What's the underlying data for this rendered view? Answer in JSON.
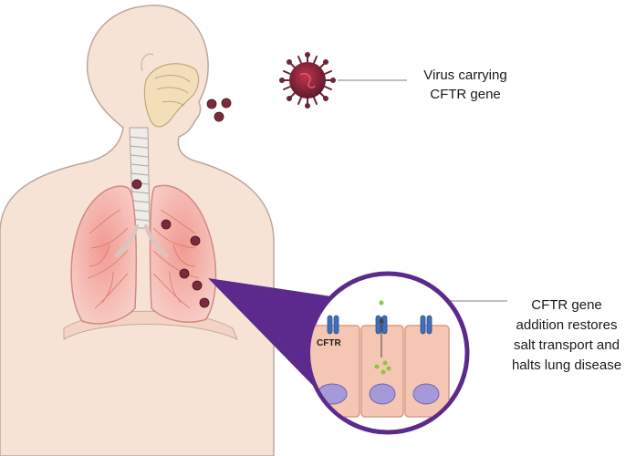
{
  "callouts": {
    "virus": {
      "lines": [
        "Virus carrying",
        "CFTR gene"
      ]
    },
    "gene_addition": {
      "lines": [
        "CFTR gene",
        "addition restores",
        "salt transport and",
        "halts lung disease"
      ]
    }
  },
  "cell_label": "CFTR",
  "colors": {
    "skin": "#f7e1d2",
    "skin_outline": "#b9a39a",
    "lung": "#f4b3ab",
    "lung_vessels": "#e07a72",
    "virus": "#7a2a3a",
    "zoom_purple": "#5b2a8c",
    "cell": "#f6c6b4",
    "nucleus": "#a59ad8",
    "channel": "#3f6fb8",
    "salt": "#8cc63f",
    "leader_line": "#9a9a9a"
  }
}
